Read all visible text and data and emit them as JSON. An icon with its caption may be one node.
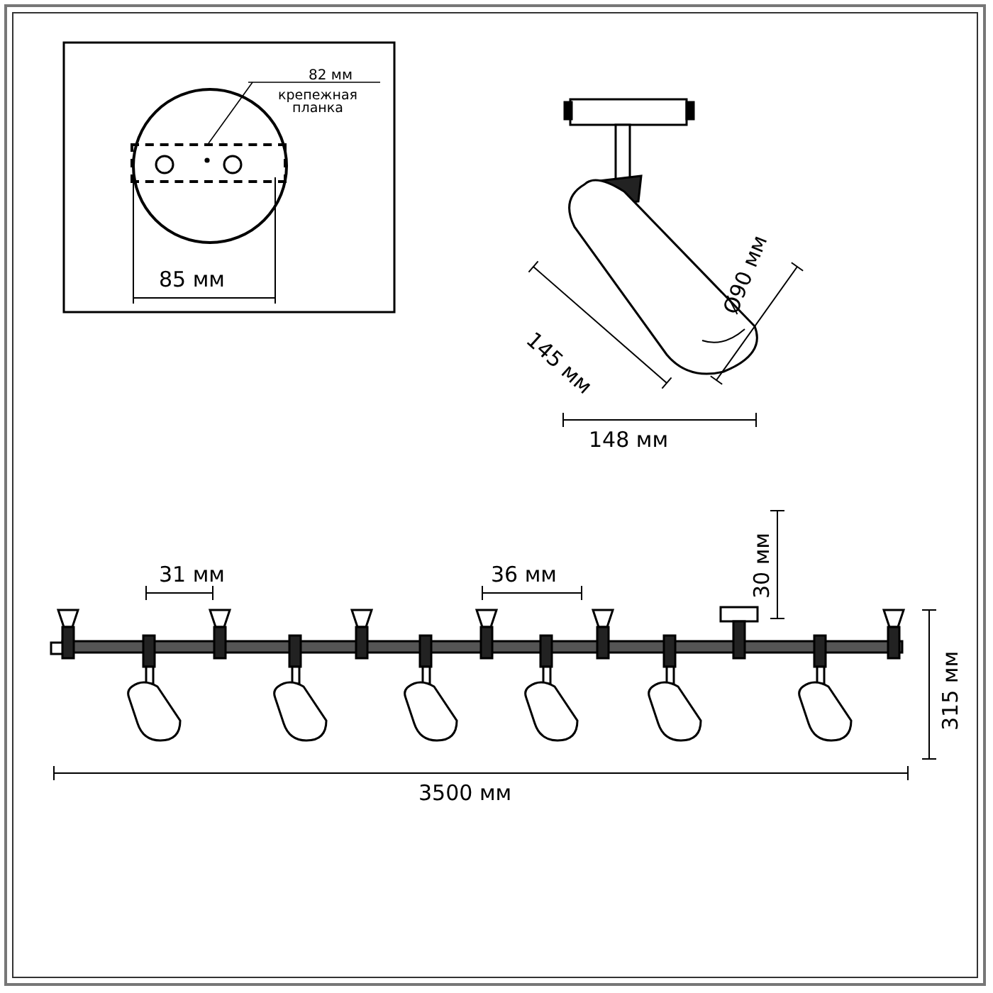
{
  "diagram": {
    "nodes": [
      {
        "text": [
          "82 мм",
          "крепежная планка"
        ]
      },
      {
        "text": [],
        "shape": "bar"
      }
    ],
    "edges": [
      {
        "from": 0,
        "to": 1,
        "arrow": "none"
      }
    ],
    "labels": [
      "85 мм",
      "145 мм",
      "Ø90 мм",
      "148 мм",
      "30 мм",
      "31 мм",
      "36 мм",
      "315 мм",
      "3500 мм"
    ]
  }
}
